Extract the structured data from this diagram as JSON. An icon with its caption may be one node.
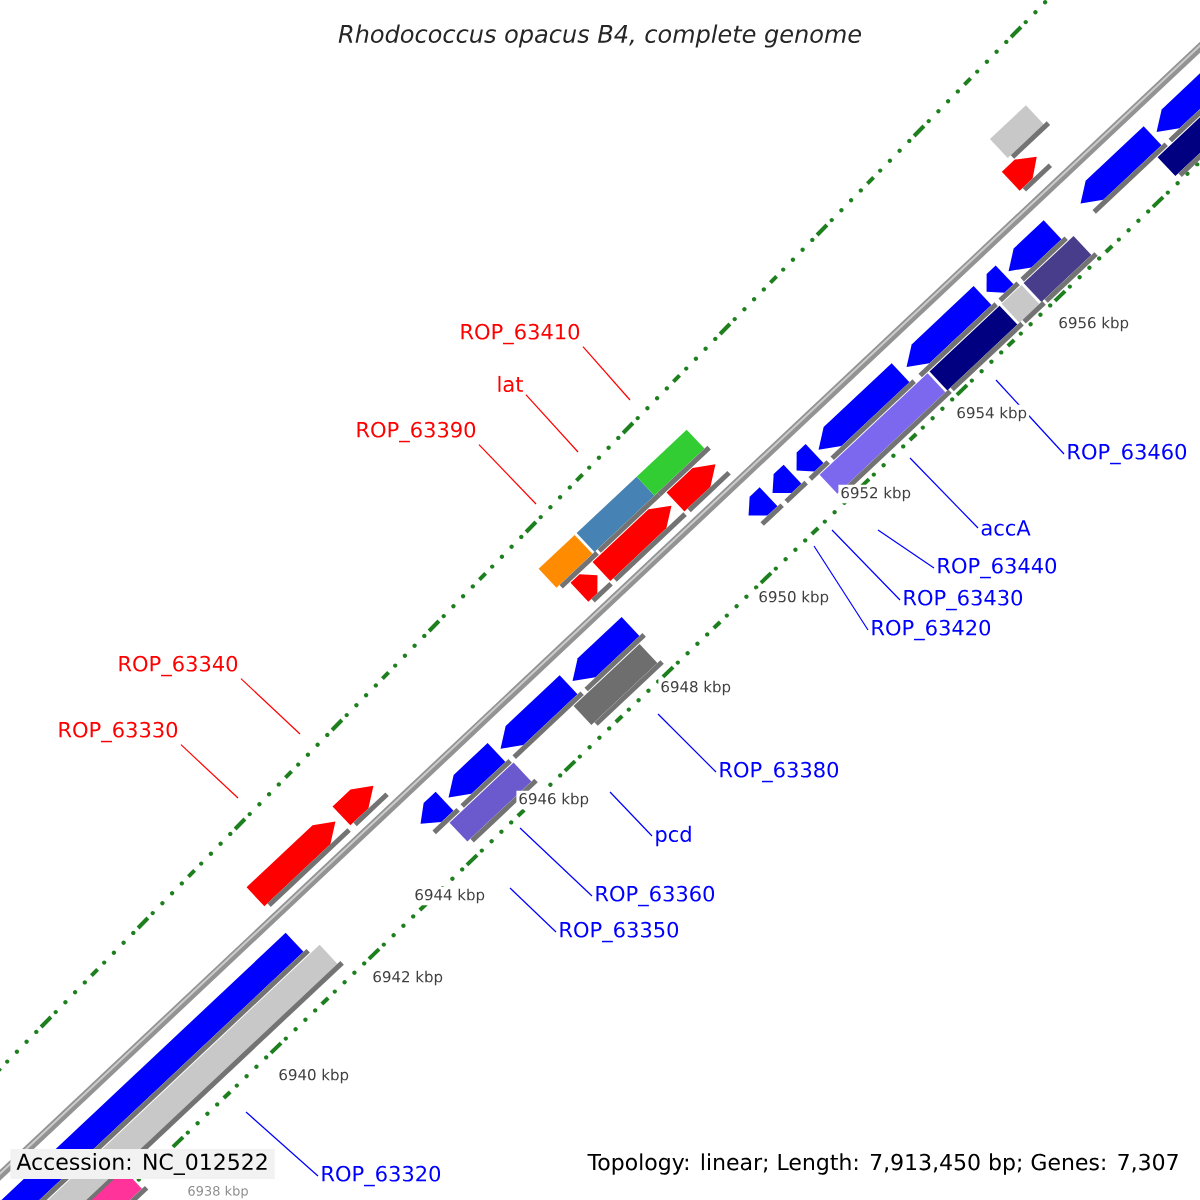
{
  "diagram": {
    "title": "Rhodococcus opacus B4, complete genome",
    "nodes": [
      {
        "text": [
          "ROP_63410"
        ]
      },
      {
        "text": [
          "lat"
        ]
      },
      {
        "text": [
          "ROP_63390"
        ]
      },
      {
        "text": [
          "ROP_63460"
        ]
      },
      {
        "text": [
          "accA"
        ]
      },
      {
        "text": [
          "ROP_63440"
        ]
      },
      {
        "text": [
          "ROP_63430"
        ]
      },
      {
        "text": [
          "ROP_63420"
        ]
      },
      {
        "text": [
          "ROP_63340"
        ]
      },
      {
        "text": [
          "ROP_63330"
        ]
      },
      {
        "text": [
          "ROP_63380"
        ]
      },
      {
        "text": [
          "pcd"
        ]
      },
      {
        "text": [
          "ROP_63360"
        ]
      },
      {
        "text": [
          "ROP_63350"
        ]
      },
      {
        "text": [
          "ROP_63320"
        ]
      }
    ],
    "edges": [
      {
        "from": 0,
        "to": null,
        "arrow": "none",
        "color": "#ff0000"
      },
      {
        "from": 1,
        "to": null,
        "arrow": "none",
        "color": "#ff0000"
      },
      {
        "from": 2,
        "to": null,
        "arrow": "none",
        "color": "#ff0000"
      },
      {
        "from": 3,
        "to": null,
        "arrow": "none"
      },
      {
        "from": 4,
        "to": null,
        "arrow": "none"
      },
      {
        "from": 5,
        "to": null,
        "arrow": "none"
      },
      {
        "from": 6,
        "to": null,
        "arrow": "none"
      },
      {
        "from": 7,
        "to": null,
        "arrow": "none"
      },
      {
        "from": 8,
        "to": null,
        "arrow": "none",
        "color": "#ff0000"
      },
      {
        "from": 9,
        "to": null,
        "arrow": "none",
        "color": "#ff0000"
      },
      {
        "from": 10,
        "to": null,
        "arrow": "none"
      },
      {
        "from": 11,
        "to": null,
        "arrow": "none"
      },
      {
        "from": 12,
        "to": null,
        "arrow": "none"
      },
      {
        "from": 13,
        "to": null,
        "arrow": "none"
      },
      {
        "from": 14,
        "to": null,
        "arrow": "none"
      }
    ],
    "labels": [
      "6956 kbp",
      "6954 kbp",
      "6952 kbp",
      "6950 kbp",
      "6948 kbp",
      "6946 kbp",
      "6944 kbp",
      "6942 kbp",
      "6940 kbp",
      "6938 kbp",
      "Accession: NC_012522",
      "Topology: linear; Length: 7,913,450 bp; Genes: 7,307"
    ]
  }
}
